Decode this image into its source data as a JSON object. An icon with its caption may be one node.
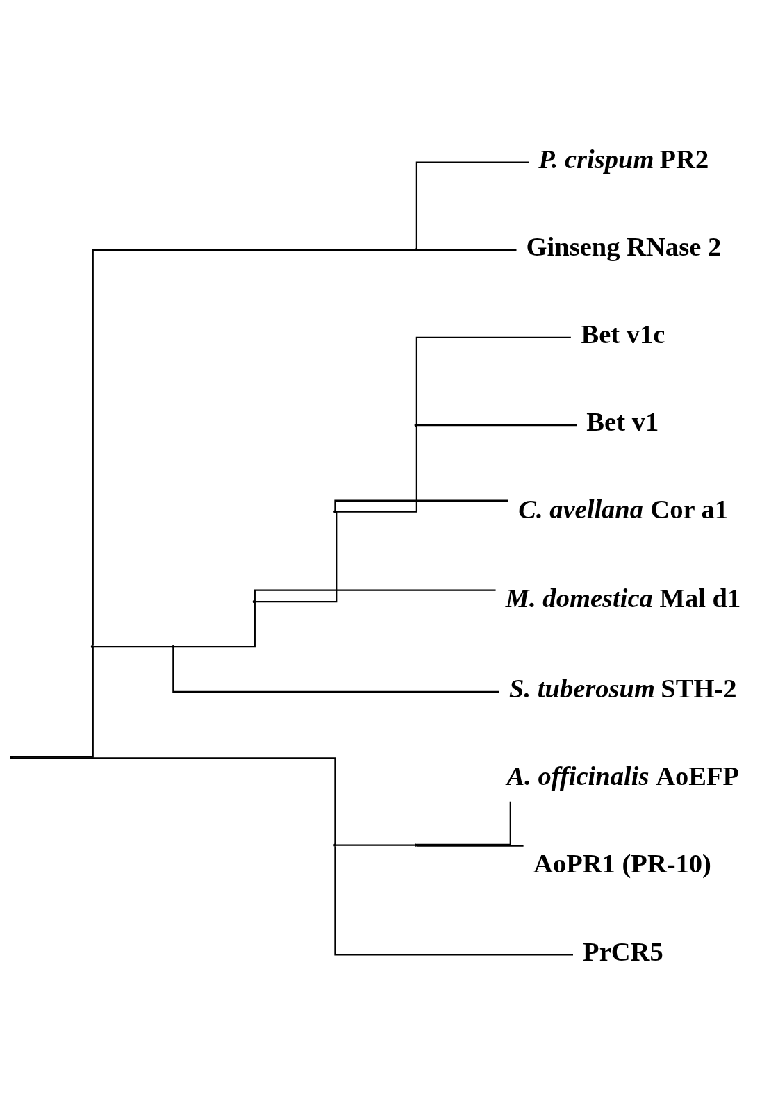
{
  "diagram": {
    "nodes": [
      {
        "text": [
          "*P. crispum* PR2"
        ]
      },
      {
        "text": [
          "Ginseng RNase 2"
        ]
      },
      {
        "text": [
          "Bet v1c"
        ]
      },
      {
        "text": [
          "Bet v1"
        ]
      },
      {
        "text": [
          "*C. avellana* Cor a1"
        ]
      },
      {
        "text": [
          "*M. domestica* Mal d1"
        ]
      },
      {
        "text": [
          "*S. tuberosum* STH-2"
        ]
      },
      {
        "text": [
          "*A. officinalis* AoEFP"
        ]
      },
      {
        "text": [
          "AoPR1 (PR-10)"
        ]
      },
      {
        "text": [
          "PrCR5"
        ]
      },
      {
        "text": [],
        "shape": "point"
      },
      {
        "text": [],
        "shape": "point"
      },
      {
        "text": [],
        "shape": "point"
      },
      {
        "text": [],
        "shape": "point"
      },
      {
        "text": [],
        "shape": "point"
      },
      {
        "text": [],
        "shape": "point"
      },
      {
        "text": [],
        "shape": "point"
      },
      {
        "text": [],
        "shape": "point"
      },
      {
        "text": [],
        "shape": "point"
      }
    ],
    "edges": [
      {
        "from": 10,
        "to": 12,
        "arrow": "none"
      },
      {
        "from": 10,
        "to": 11,
        "arrow": "none"
      },
      {
        "from": 12,
        "to": 15,
        "arrow": "none"
      },
      {
        "from": 12,
        "to": 13,
        "arrow": "none"
      },
      {
        "from": 15,
        "to": 0,
        "arrow": "none"
      },
      {
        "from": 15,
        "to": 1,
        "arrow": "none"
      },
      {
        "from": 13,
        "to": 16,
        "arrow": "none"
      },
      {
        "from": 13,
        "to": 6,
        "arrow": "none"
      },
      {
        "from": 16,
        "to": 17,
        "arrow": "none"
      },
      {
        "from": 16,
        "to": 5,
        "arrow": "none"
      },
      {
        "from": 17,
        "to": 18,
        "arrow": "none"
      },
      {
        "from": 17,
        "to": 4,
        "arrow": "none"
      },
      {
        "from": 18,
        "to": 2,
        "arrow": "none"
      },
      {
        "from": 18,
        "to": 3,
        "arrow": "none"
      },
      {
        "from": 11,
        "to": 14,
        "arrow": "none"
      },
      {
        "from": 11,
        "to": 9,
        "arrow": "none"
      },
      {
        "from": 14,
        "to": 7,
        "arrow": "none"
      },
      {
        "from": 14,
        "to": 8,
        "arrow": "none"
      }
    ]
  }
}
